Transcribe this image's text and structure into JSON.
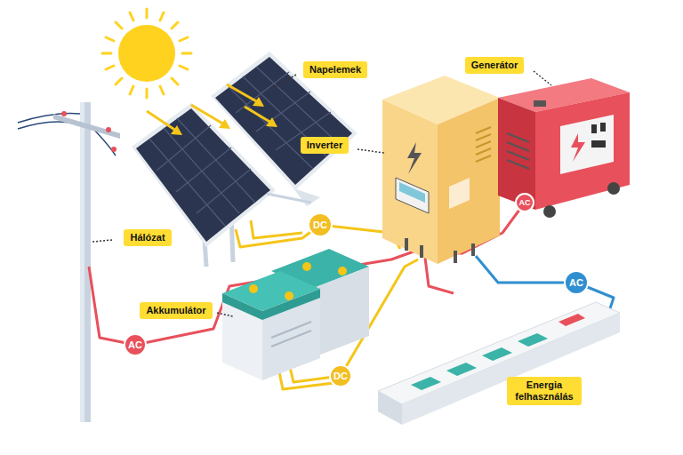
{
  "diagram": {
    "nodes": [
      {
        "text": [
          "Napelemek"
        ]
      },
      {
        "text": [
          "Generátor"
        ]
      },
      {
        "text": [
          "Inverter"
        ]
      },
      {
        "text": [
          "Hálózat"
        ]
      },
      {
        "text": [
          "Akkumulátor"
        ]
      },
      {
        "text": [
          "Energia felhasználás"
        ]
      }
    ],
    "labels": [
      "DC",
      "AC",
      "AC",
      "AC",
      "DC"
    ]
  }
}
